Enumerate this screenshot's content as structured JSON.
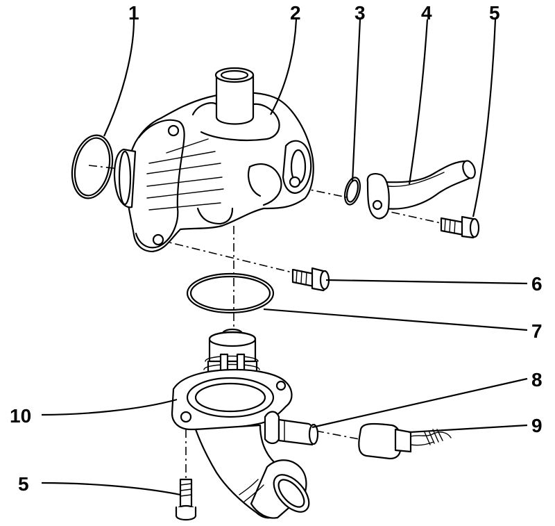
{
  "callouts": {
    "c1": "1",
    "c2": "2",
    "c3": "3",
    "c4": "4",
    "c5_top": "5",
    "c6": "6",
    "c7": "7",
    "c8": "8",
    "c9": "9",
    "c10": "10",
    "c5_bottom": "5"
  }
}
